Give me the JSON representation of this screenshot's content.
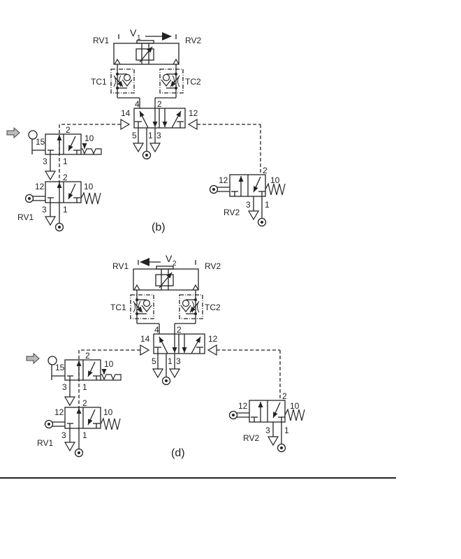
{
  "figures": [
    {
      "caption": "(b)",
      "direction": "right",
      "cylinder": {
        "rv1": "RV1",
        "rv2": "RV2",
        "v": "V",
        "v_sub": "1"
      },
      "flow_controls": {
        "tc1": "TC1",
        "tc2": "TC2"
      },
      "main_valve": {
        "p4": "4",
        "p2": "2",
        "p14": "14",
        "p12": "12",
        "p5": "5",
        "p1": "1",
        "p3": "3"
      },
      "start_valve": {
        "p2": "2",
        "p10": "10",
        "p15": "15",
        "p3": "3",
        "p1": "1"
      },
      "rv1_valve": {
        "p12": "12",
        "p2": "2",
        "p10": "10",
        "p3": "3",
        "p1": "1",
        "label": "RV1"
      },
      "rv2_valve": {
        "p12": "12",
        "p2": "2",
        "p10": "10",
        "p3": "3",
        "p1": "1",
        "label": "RV2"
      }
    },
    {
      "caption": "(d)",
      "direction": "left",
      "cylinder": {
        "rv1": "RV1",
        "rv2": "RV2",
        "v": "V",
        "v_sub": "2"
      },
      "flow_controls": {
        "tc1": "TC1",
        "tc2": "TC2"
      },
      "main_valve": {
        "p4": "4",
        "p2": "2",
        "p14": "14",
        "p12": "12",
        "p5": "5",
        "p1": "1",
        "p3": "3"
      },
      "start_valve": {
        "p2": "2",
        "p10": "10",
        "p15": "15",
        "p3": "3",
        "p1": "1"
      },
      "rv1_valve": {
        "p12": "12",
        "p2": "2",
        "p10": "10",
        "p3": "3",
        "p1": "1",
        "label": "RV1"
      },
      "rv2_valve": {
        "p12": "12",
        "p2": "2",
        "p10": "10",
        "p3": "3",
        "p1": "1",
        "label": "RV2"
      }
    }
  ],
  "colors": {
    "line": "#222222",
    "pushbutton_arrow": "#bbbbbb"
  }
}
